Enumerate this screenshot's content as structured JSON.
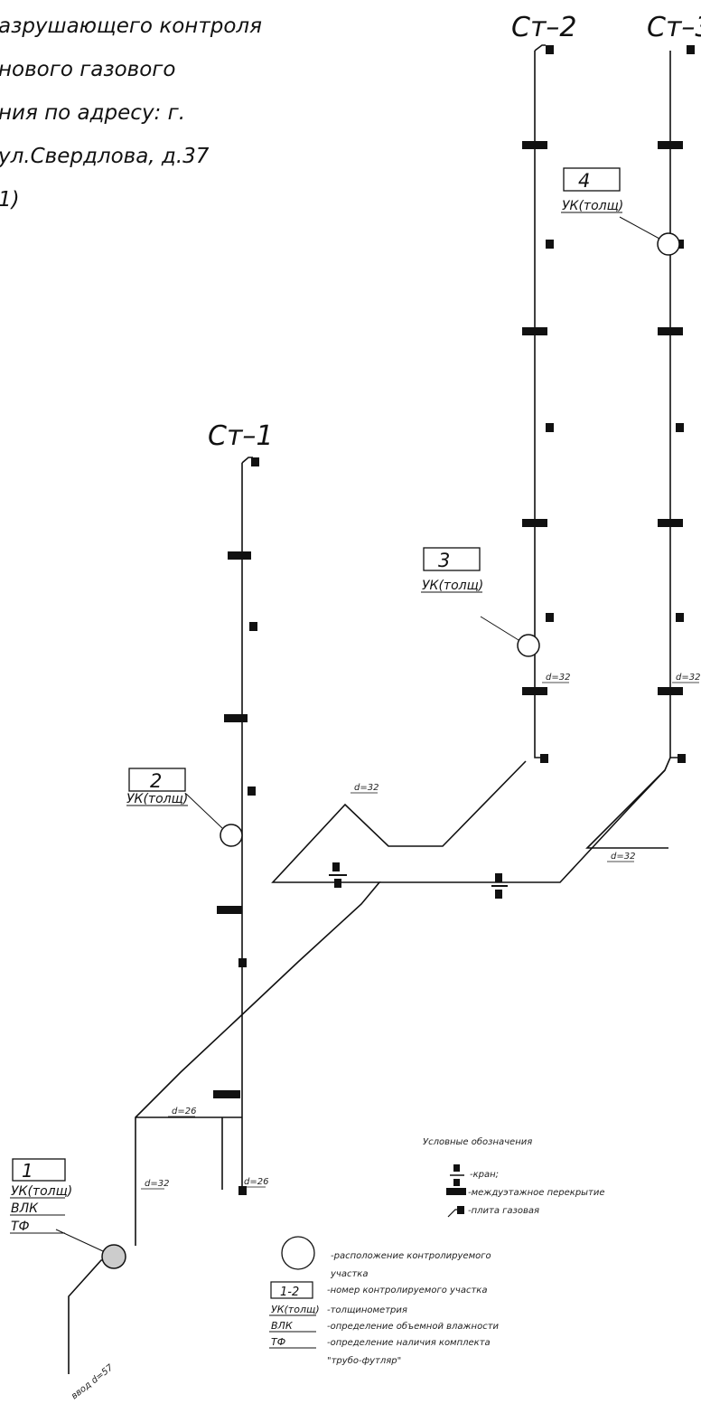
{
  "title": {
    "line1": "азрушающего контроля",
    "line2": "нового газового",
    "line3": "ния по адресу: г.",
    "line4": "ул.Свердлова, д.37",
    "line5": "1)"
  },
  "risers": [
    {
      "label": "Ст–1"
    },
    {
      "label": "Ст–2"
    },
    {
      "label": "Ст–3"
    }
  ],
  "sections": [
    {
      "number": "1",
      "methods": [
        "УК(толщ)",
        "ВЛК",
        "ТФ"
      ]
    },
    {
      "number": "2",
      "methods": [
        "УК(толщ)"
      ]
    },
    {
      "number": "3",
      "methods": [
        "УК(толщ)"
      ]
    },
    {
      "number": "4",
      "methods": [
        "УК(толщ)"
      ]
    }
  ],
  "pipe_labels": {
    "d32_riser2": "d=32",
    "d32_riser3": "d=32",
    "d32_horizontal": "d=32",
    "d32_right": "d=32",
    "d26_a": "d=26",
    "d26_b": "d=26",
    "d32_inlet": "d=32",
    "inlet": "ввод d=57"
  },
  "legend": {
    "title": "Условные обозначения",
    "valve": "-кран;",
    "slab": "-междуэтажное перекрытие",
    "stove": "-плита газовая",
    "location": "-расположение контролируемого",
    "location2": "участка",
    "number_sample": "1-2",
    "number": "-номер контролируемого участка",
    "method_uk": "УК(толщ)",
    "method_uk_desc": "-толщинометрия",
    "method_vlk": "ВЛК",
    "method_vlk_desc": "-определение объемной влажности",
    "method_tf": "ТФ",
    "method_tf_desc": "-определение наличия комплекта",
    "method_tf_desc2": "\"трубо-футляр\""
  }
}
